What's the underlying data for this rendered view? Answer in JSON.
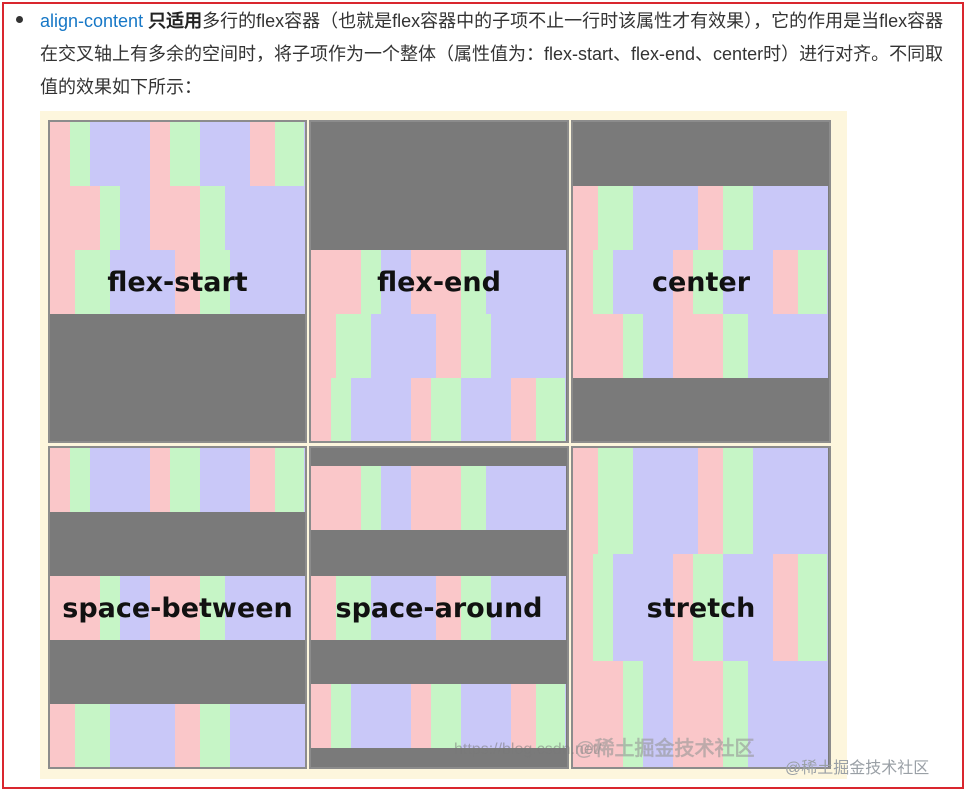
{
  "paragraph": {
    "link": "align-content",
    "strong": " 只适用",
    "rest": "多行的flex容器（也就是flex容器中的子项不止一行时该属性才有效果），它的作用是当flex容器在交叉轴上有多余的空间时，将子项作为一个整体（属性值为：flex-start、flex-end、center时）进行对齐。不同取值的效果如下所示："
  },
  "panels": [
    {
      "label": "flex-start"
    },
    {
      "label": "flex-end"
    },
    {
      "label": "center"
    },
    {
      "label": "space-between"
    },
    {
      "label": "space-around"
    },
    {
      "label": "stretch"
    }
  ],
  "watermarks": {
    "url_text": "https://blog.csdn.net/",
    "image_mark": "@稀土掘金技术社区",
    "page_mark": "@稀土掘金技术社区"
  },
  "colors": {
    "frame_border": "#d9262e",
    "link": "#1677c6",
    "panel_bg": "#7a7a7a",
    "item_pink": "#fac7c9",
    "item_green": "#c6f5c6",
    "item_lavender": "#c9c8f8",
    "figure_bg": "#fdf6dd"
  }
}
